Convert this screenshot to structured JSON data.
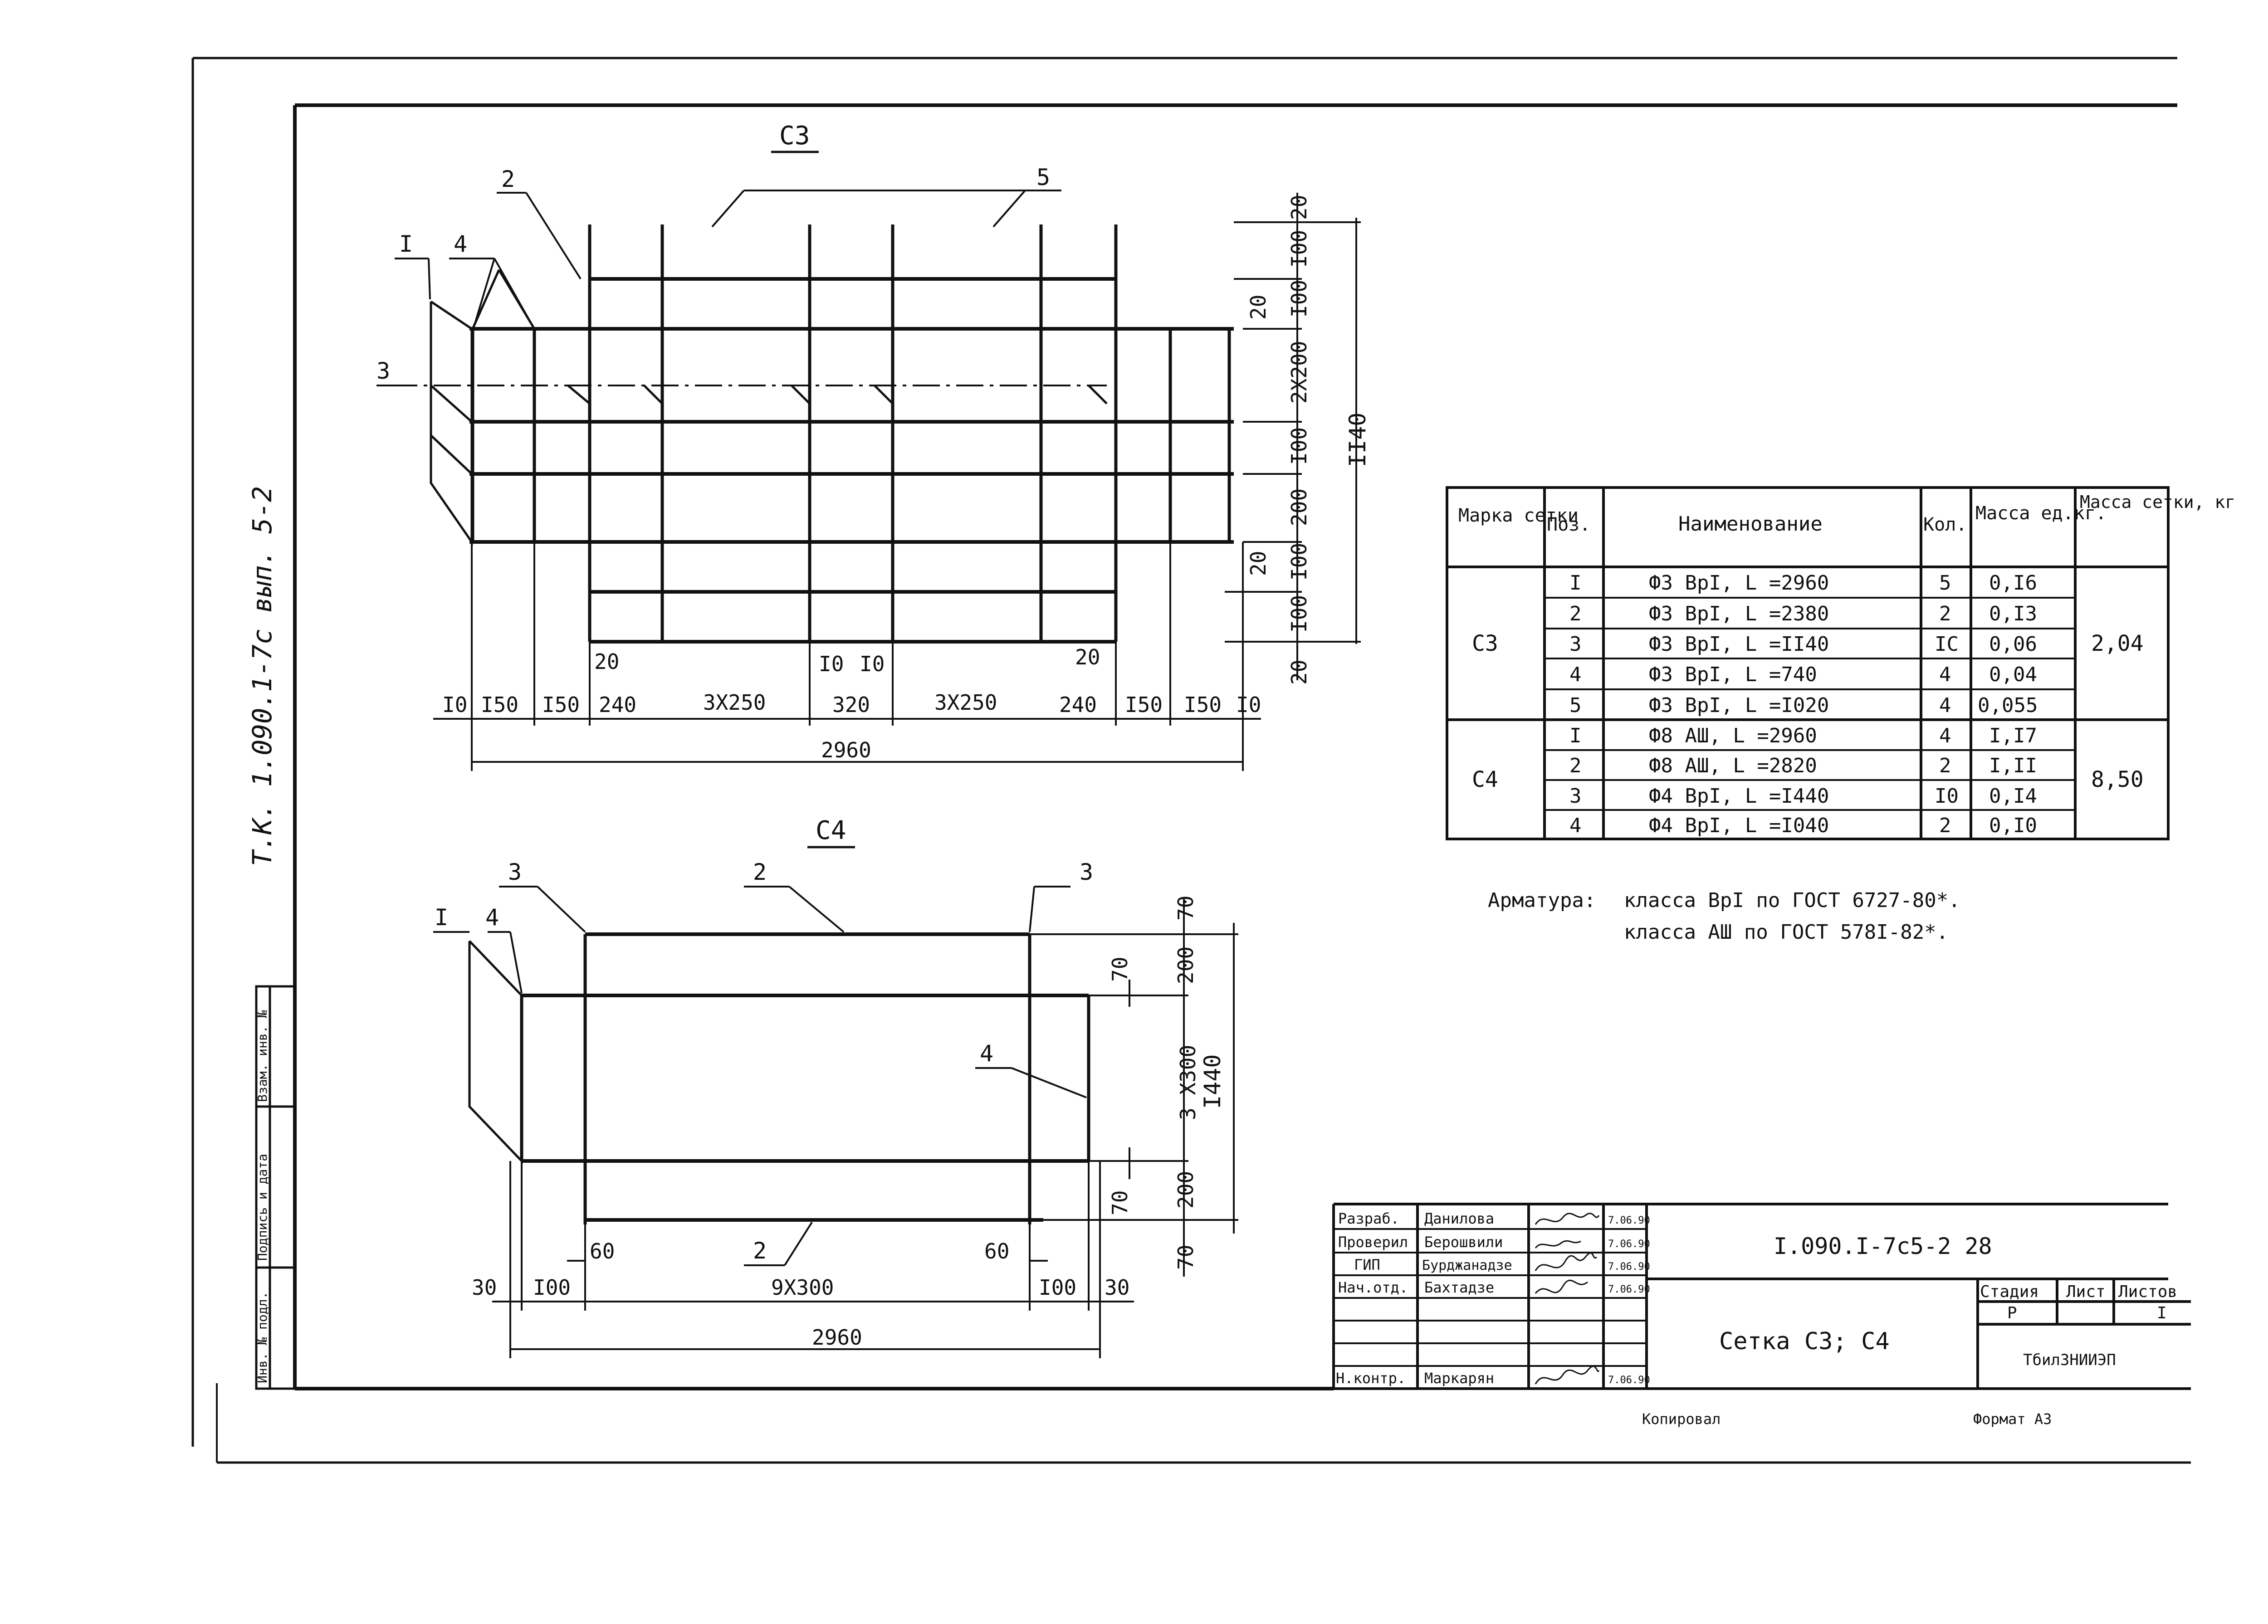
{
  "side_note": "Т.К. 1.090.1-7с вып. 5-2",
  "stamp_labels": [
    "Инв. № подл.",
    "Подпись и дата",
    "Взам. инв. №"
  ],
  "c3": {
    "title": "С3",
    "callouts": {
      "p1": "I",
      "p2": "2",
      "p3": "3",
      "p4": "4",
      "p5": "5"
    },
    "horizontal_dims": [
      "I0",
      "I50",
      "I50",
      "240",
      "3X250",
      "320",
      "3X250",
      "240",
      "I50",
      "I50",
      "I0"
    ],
    "small_dims": {
      "left_20": "20",
      "mid_10a": "I0",
      "mid_10b": "I0",
      "right_20": "20"
    },
    "total_width": "2960",
    "vertical_dims": [
      "20",
      "I00",
      "I00",
      "2X200",
      "I00",
      "200",
      "I00",
      "I00",
      "20"
    ],
    "inner_20_top": "20",
    "inner_20_bottom": "20",
    "total_height": "II40"
  },
  "c4": {
    "title": "С4",
    "callouts": {
      "p1": "I",
      "p2_top": "2",
      "p2_bottom": "2",
      "p3_left": "3",
      "p3_right": "3",
      "p4_left": "4",
      "p4_right": "4"
    },
    "horizontal_dims": [
      "30",
      "I00",
      "9X300",
      "I00",
      "30"
    ],
    "small_dims": {
      "left_60": "60",
      "right_60": "60"
    },
    "total_width": "2960",
    "vertical_dims": [
      "70",
      "200",
      "3 X300",
      "200",
      "70"
    ],
    "inner_70_top": "70",
    "inner_70_bottom": "70",
    "total_height": "I440"
  },
  "spec_table": {
    "headers": [
      "Марка сетки",
      "Поз.",
      "Наименование",
      "Кол.",
      "Масса ед.кг.",
      "Масса сетки, кг"
    ],
    "groups": [
      {
        "mark": "С3",
        "total": "2,04",
        "rows": [
          {
            "pos": "I",
            "name": "Ф3 ВрI, L =2960",
            "qty": "5",
            "mass": "0,I6"
          },
          {
            "pos": "2",
            "name": "Ф3 ВрI, L =2380",
            "qty": "2",
            "mass": "0,I3"
          },
          {
            "pos": "3",
            "name": "Ф3 ВрI, L =II40",
            "qty": "IC",
            "mass": "0,06"
          },
          {
            "pos": "4",
            "name": "Ф3 ВрI, L =740",
            "qty": "4",
            "mass": "0,04"
          },
          {
            "pos": "5",
            "name": "Ф3 ВрI, L =I020",
            "qty": "4",
            "mass": "0,055"
          }
        ]
      },
      {
        "mark": "С4",
        "total": "8,50",
        "rows": [
          {
            "pos": "I",
            "name": "Ф8 АШ, L =2960",
            "qty": "4",
            "mass": "I,I7"
          },
          {
            "pos": "2",
            "name": "Ф8 АШ, L =2820",
            "qty": "2",
            "mass": "I,II"
          },
          {
            "pos": "3",
            "name": "Ф4 ВрI, L =I440",
            "qty": "I0",
            "mass": "0,I4"
          },
          {
            "pos": "4",
            "name": "Ф4 ВрI, L =I040",
            "qty": "2",
            "mass": "0,I0"
          }
        ]
      }
    ]
  },
  "notes": {
    "label": "Арматура:",
    "line1": "класса ВрI по ГОСТ 6727-80*.",
    "line2": "класса АШ по ГОСТ 578I-82*."
  },
  "title_block": {
    "roles": [
      "Разраб.",
      "Проверил",
      "ГИП",
      "Нач.отд.",
      "",
      "",
      "Н.контр."
    ],
    "names": [
      "Данилова",
      "Берошвили",
      "Бурджанадзе",
      "Бахтадзе",
      "",
      "",
      "Маркарян"
    ],
    "dates": [
      "7.06.90",
      "7.06.90",
      "7.06.90",
      "7.06.90",
      "",
      "",
      "7.06.90"
    ],
    "doc_code": "I.090.I-7с5-2 28",
    "sheet_title": "Сетка С3; С4",
    "stage_header": "Стадия",
    "stage_value": "Р",
    "sheet_header": "Лист",
    "sheet_value": "",
    "sheets_header": "Листов",
    "sheets_value": "I",
    "org": "ТбилЗНИИЭП",
    "copied": "Копировал",
    "format": "Формат А3"
  }
}
